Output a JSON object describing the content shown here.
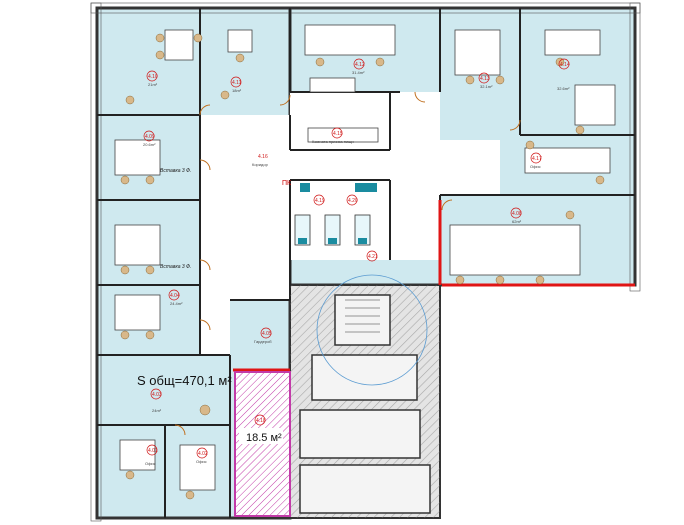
{
  "plan": {
    "total_area_label": "S общ=470,1 м²",
    "highlight_area_label": "18.5 м²",
    "pk_label": "ПК",
    "rooms": [
      {
        "code": "4.10",
        "sub": "21m²"
      },
      {
        "code": "4.11",
        "sub": "18m²"
      },
      {
        "code": "4.12",
        "sub": "31.4m²"
      },
      {
        "code": "4.13",
        "sub": "32.1m²"
      },
      {
        "code": "4.14",
        "sub": "32.6m²"
      },
      {
        "code": "4.15",
        "sub": "Комната приема пищи"
      },
      {
        "code": "4.09",
        "sub": "20.6m²"
      },
      {
        "code": "4.17",
        "sub": "Офис"
      },
      {
        "code": "4.08",
        "sub": "62m²"
      },
      {
        "code": "4.04",
        "sub": "24.4m²"
      },
      {
        "code": "4.05",
        "sub": "Гардероб"
      },
      {
        "code": "4.03",
        "sub": "24m²"
      },
      {
        "code": "4.02",
        "sub": "Офис"
      },
      {
        "code": "4.01",
        "sub": "Офис"
      },
      {
        "code": "4.18",
        "sub": ""
      },
      {
        "code": "4.19",
        "sub": ""
      },
      {
        "code": "4.20",
        "sub": ""
      },
      {
        "code": "4.21",
        "sub": ""
      },
      {
        "code": "4.16",
        "sub": "Коридор"
      }
    ],
    "notes": [
      "Вставка 3 Ф.",
      "Вставка 3 Ф."
    ]
  }
}
